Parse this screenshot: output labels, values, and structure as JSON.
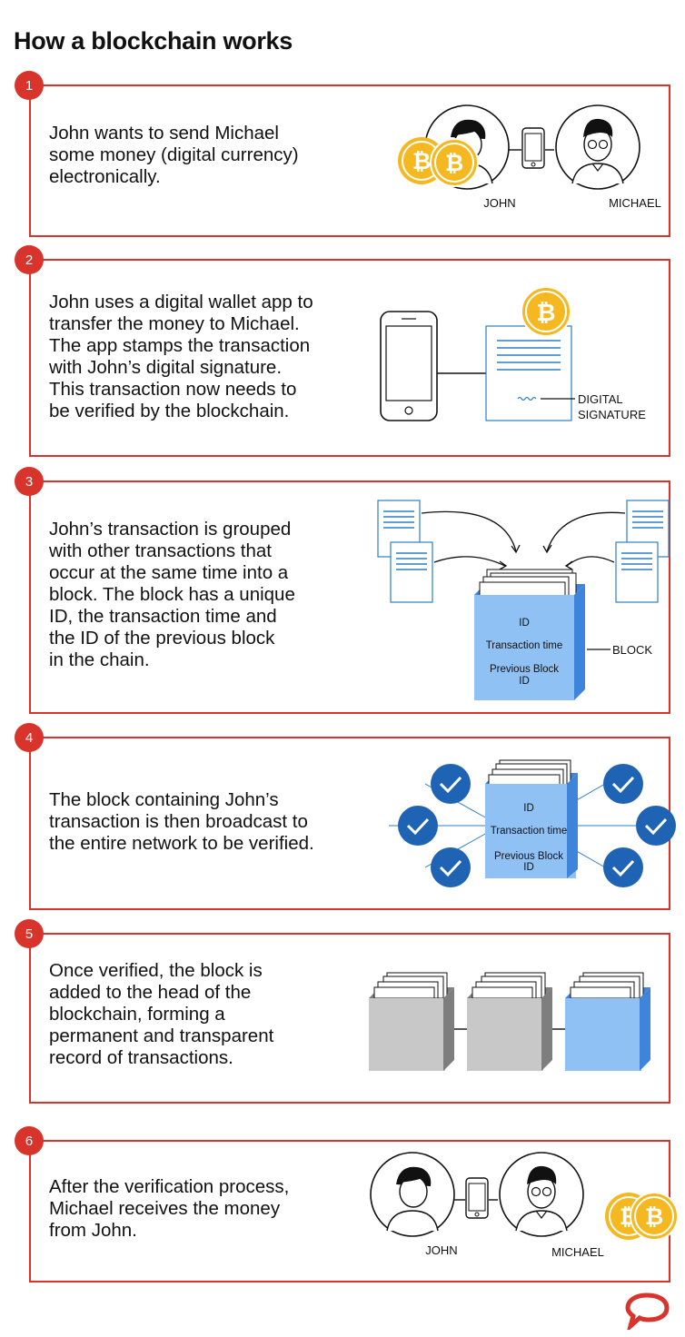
{
  "title": "How a blockchain works",
  "steps": [
    {
      "number": "1",
      "text": "John wants to send Michael\nsome money (digital currency)\nelectronically.",
      "labels": {
        "left_person": "JOHN",
        "right_person": "MICHAEL"
      }
    },
    {
      "number": "2",
      "text": "John uses a digital wallet app to\ntransfer the money to Michael.\nThe app stamps the transaction\nwith John’s digital signature.\nThis transaction now needs to\nbe verified by the blockchain.",
      "labels": {
        "signature_line1": "DIGITAL",
        "signature_line2": "SIGNATURE"
      }
    },
    {
      "number": "3",
      "text": "John’s transaction is grouped\nwith other transactions that\noccur at the same time into a\nblock. The block has a unique\nID, the transaction time and\nthe ID of the previous block\nin the chain.",
      "labels": {
        "id": "ID",
        "time": "Transaction time",
        "prev1": "Previous Block",
        "prev2": "ID",
        "block": "BLOCK"
      }
    },
    {
      "number": "4",
      "text": "The block containing John’s\ntransaction is then broadcast to\nthe entire network to be verified.",
      "labels": {
        "id": "ID",
        "time": "Transaction time",
        "prev1": "Previous Block",
        "prev2": "ID"
      }
    },
    {
      "number": "5",
      "text": "Once verified, the block is\nadded to the head of the\nblockchain, forming a\npermanent and transparent\nrecord of transactions.",
      "labels": {}
    },
    {
      "number": "6",
      "text": "After the verification process,\nMichael receives the money\nfrom John.",
      "labels": {
        "left_person": "JOHN",
        "right_person": "MICHAEL"
      }
    }
  ],
  "coin_symbol": "₿",
  "colors": {
    "accent": "#d9342b",
    "coin": "#f5b820",
    "doc_line": "#2d7fc4",
    "block_front": "#8fc1f5",
    "block_side": "#3f84db",
    "check_node": "#1f64b4",
    "grey_block": "#c8c8c8"
  },
  "icons": [
    "coin-icon",
    "person-icon",
    "phone-icon",
    "document-icon",
    "block-icon",
    "check-node-icon",
    "logo-icon"
  ]
}
